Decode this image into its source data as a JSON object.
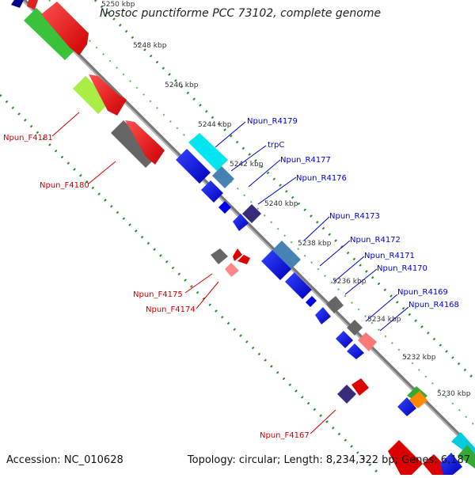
{
  "title": "Nostoc punctiforme PCC 73102, complete genome",
  "accession": "Accession: NC_010628",
  "summary": "Topology: circular; Length: 8,234,322 bp; Genes: 6,187",
  "kbp_ticks": [
    "5250 kbp",
    "5248 kbp",
    "5246 kbp",
    "5244 kbp",
    "5242 kbp",
    "5240 kbp",
    "5238 kbp",
    "5236 kbp",
    "5234 kbp",
    "5232 kbp",
    "5230 kbp"
  ],
  "forward_labels": [
    "Npun_F4181",
    "Npun_F4180",
    "Npun_F4175",
    "Npun_F4174",
    "Npun_F4167"
  ],
  "reverse_labels": [
    "Npun_R4179",
    "trpC",
    "Npun_R4177",
    "Npun_R4176",
    "Npun_R4173",
    "Npun_R4172",
    "Npun_R4171",
    "Npun_R4170",
    "Npun_R4169",
    "Npun_R4168"
  ],
  "colors": {
    "forward_label": "#cc0000",
    "reverse_label": "#0000cc",
    "backbone": "#888888",
    "tick_dots": "#228b22"
  }
}
